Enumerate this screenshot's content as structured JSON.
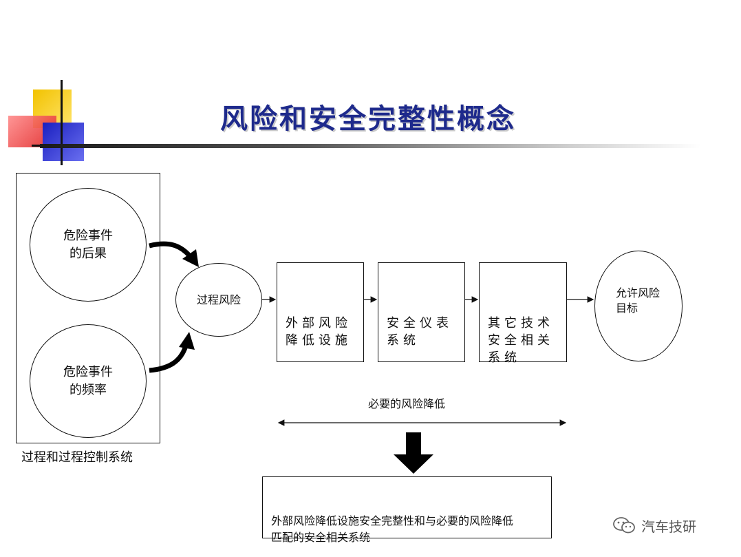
{
  "title": "风险和安全完整性概念",
  "process_system": {
    "consequence_circle": "危险事件\n的后果",
    "frequency_circle": "危险事件\n的频率",
    "caption": "过程和过程控制系统"
  },
  "process_risk": "过程风险",
  "layers": [
    {
      "label": "外部风险\n降低设施"
    },
    {
      "label": "安全仪表\n系统"
    },
    {
      "label": "其它技术\n安全相关\n系统"
    }
  ],
  "tolerable_risk": "允许风险\n目标",
  "necessary_reduction": "必要的风险降低",
  "conclusion": "外部风险降低设施安全完整性和与必要的风险降低\n匹配的安全相关系统",
  "watermark": "汽车技研"
}
